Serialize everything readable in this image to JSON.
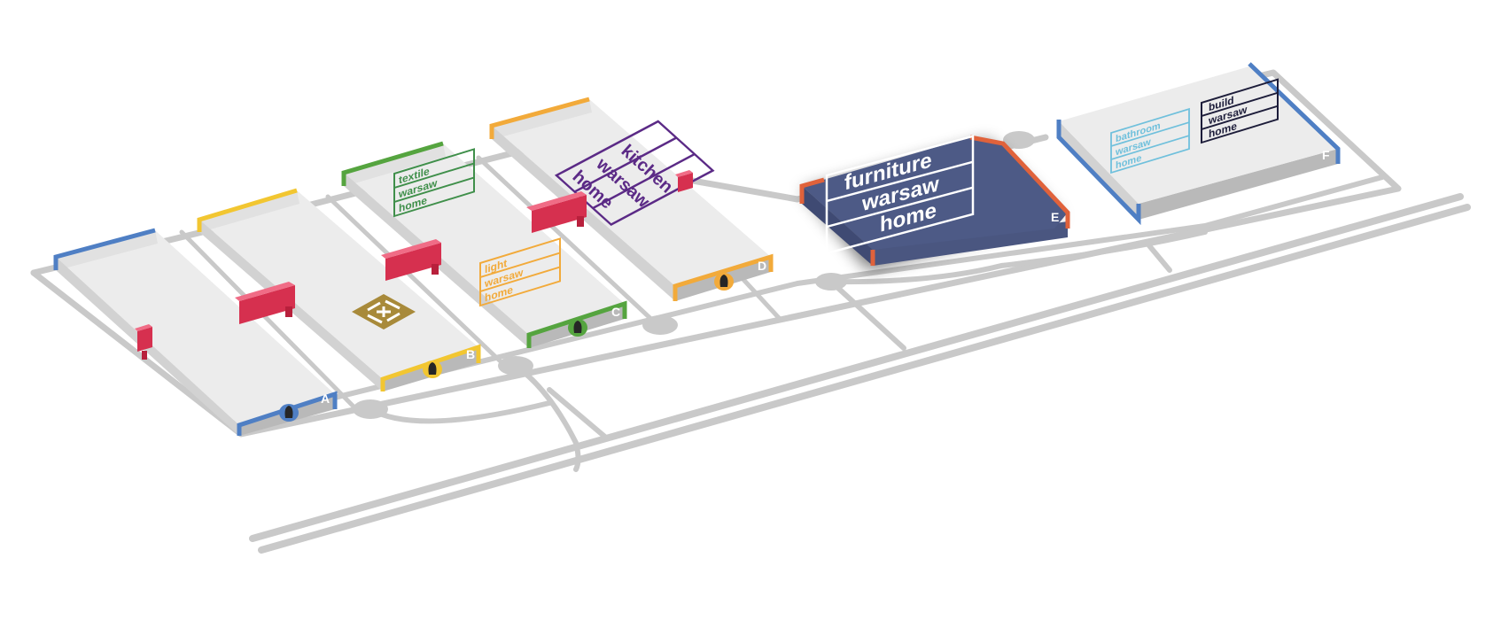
{
  "colors": {
    "road": "#c9c9c9",
    "hall_top": "#ececec",
    "hall_side": "#d6d6d6",
    "hall_front": "#b8b8b8",
    "connector": "#d6304f",
    "highlight_hall": "#4d5a86",
    "highlight_edge": "#e0623b"
  },
  "halls": [
    {
      "letter": "A",
      "accent": "#4f7fc4"
    },
    {
      "letter": "B",
      "accent": "#f2c631"
    },
    {
      "letter": "C",
      "accent": "#55a43f"
    },
    {
      "letter": "D",
      "accent": "#f2aa3a"
    },
    {
      "letter": "E",
      "accent": "#e0623b"
    },
    {
      "letter": "F",
      "accent": "#4f7fc4"
    }
  ],
  "signs": {
    "textile": {
      "lines": [
        "textile",
        "warsaw",
        "home"
      ],
      "color": "#3f8f4a"
    },
    "light": {
      "lines": [
        "light",
        "warsaw",
        "home"
      ],
      "color": "#f2aa3a"
    },
    "kitchen": {
      "lines": [
        "kitchen",
        "warsaw",
        "home"
      ],
      "color": "#5b2a86"
    },
    "furniture": {
      "lines": [
        "furniture",
        "warsaw",
        "home"
      ],
      "color": "#ffffff"
    },
    "bathroom": {
      "lines": [
        "bathroom",
        "warsaw",
        "home"
      ],
      "color": "#6fc0dc"
    },
    "build": {
      "lines": [
        "build",
        "warsaw",
        "home"
      ],
      "color": "#1d1d3a"
    }
  },
  "logo_icon": "fair-logo-icon",
  "entrance_icon": "entrance-icon"
}
